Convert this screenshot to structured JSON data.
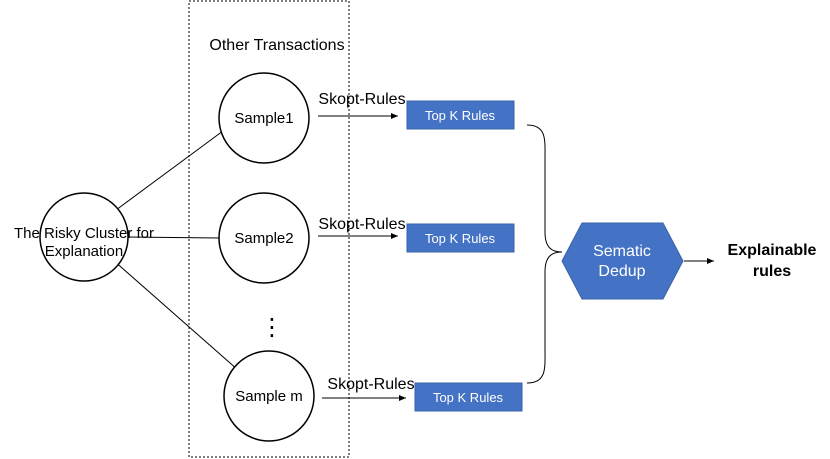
{
  "colors": {
    "box_fill": "#4472c4",
    "box_stroke": "#3a62a8",
    "line": "#000000"
  },
  "group": {
    "label": "Other Transactions"
  },
  "source": {
    "line1": "The Risky Cluster for",
    "line2": "Explanation"
  },
  "samples": [
    {
      "label": "Sample1",
      "method": "Skopt-Rules",
      "result": "Top K Rules"
    },
    {
      "label": "Sample2",
      "method": "Skopt-Rules",
      "result": "Top K Rules"
    },
    {
      "label": "Sample m",
      "method": "Skopt-Rules",
      "result": "Top K Rules"
    }
  ],
  "ellipsis": "⋮",
  "dedup": {
    "line1": "Sematic",
    "line2": "Dedup",
    "shape": "hexagon"
  },
  "output": {
    "line1": "Explainable",
    "line2": "rules"
  }
}
